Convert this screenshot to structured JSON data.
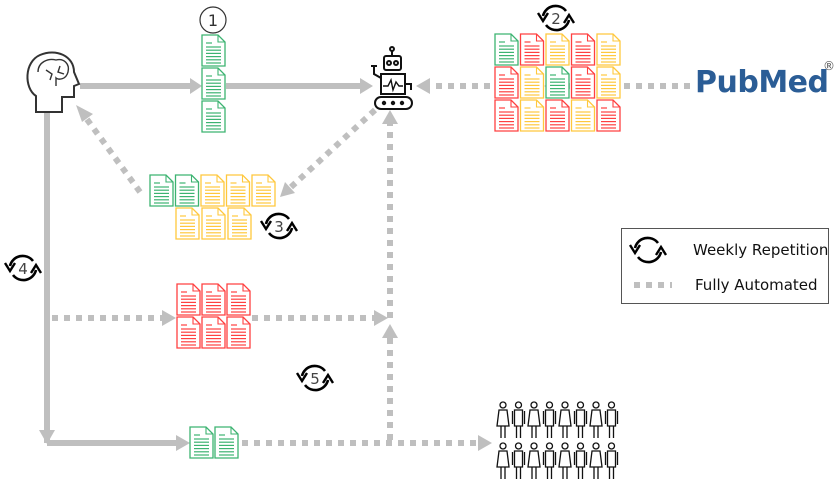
{
  "colors": {
    "green": "#3cb371",
    "red": "#ff4040",
    "yellow": "#ffc83d",
    "arrow": "#bfbfbf",
    "pubmed": "#2b5d96"
  },
  "steps": {
    "s1": "1",
    "s2": "2",
    "s3": "3",
    "s4": "4",
    "s5": "5"
  },
  "source": {
    "name": "PubMed",
    "registered": "®"
  },
  "groups": {
    "step1_docs": [
      "green",
      "green",
      "green"
    ],
    "pubmed_grid": [
      [
        "green",
        "red",
        "yellow",
        "red",
        "yellow"
      ],
      [
        "red",
        "yellow",
        "green",
        "red",
        "yellow"
      ],
      [
        "red",
        "yellow",
        "red",
        "yellow",
        "red"
      ]
    ],
    "step3_docs": [
      [
        "green",
        "green",
        "yellow",
        "yellow",
        "yellow"
      ],
      [
        "yellow",
        "yellow",
        "yellow"
      ]
    ],
    "excluded_docs": [
      [
        "red",
        "red",
        "red"
      ],
      [
        "red",
        "red",
        "red"
      ]
    ],
    "final_docs": [
      "green",
      "green"
    ],
    "audience_count": 16
  },
  "legend": {
    "weekly": "Weekly Repetition",
    "automated": "Fully Automated"
  }
}
